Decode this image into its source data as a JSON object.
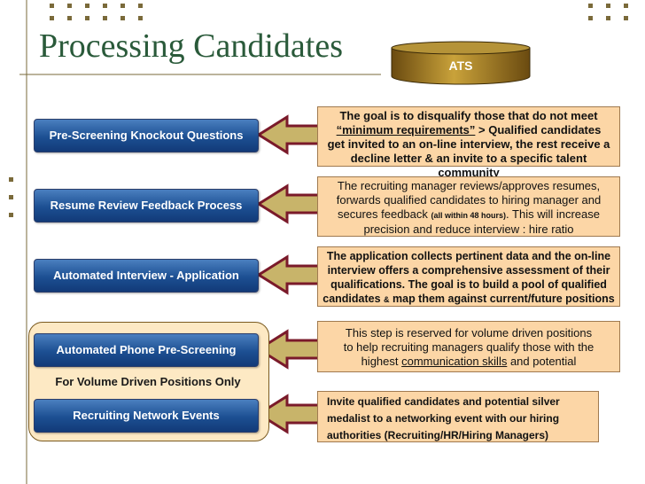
{
  "title": "Processing Candidates",
  "ats_label": "ATS",
  "colors": {
    "title": "#2a5a3a",
    "button_blue": "#1c4f92",
    "box_fill": "#fcd6a6",
    "group_fill": "#fde9c4",
    "arrow_fill": "#c8b46a",
    "arrow_stroke": "#7a1a2a",
    "ats_gold": "#8a6a1a"
  },
  "group_label": "For Volume Driven Positions Only",
  "left_buttons": [
    {
      "label": "Pre-Screening Knockout Questions"
    },
    {
      "label": "Resume Review Feedback Process"
    },
    {
      "label": "Automated Interview - Application"
    },
    {
      "label": "Automated Phone Pre-Screening"
    },
    {
      "label": "Recruiting Network Events"
    }
  ],
  "boxes": {
    "b1": {
      "l1": "The goal is to disqualify those that do not meet",
      "l2a": "“minimum requirements”",
      "l2b": " > Qualified candidates",
      "l3": "get invited to an on-line interview, the rest receive a",
      "l4": "decline letter & an invite to a specific talent community"
    },
    "b2": {
      "l1": "The recruiting manager reviews/approves resumes,",
      "l2": "forwards qualified candidates to hiring manager and",
      "l3a": "secures feedback ",
      "l3b": "(all within 48 hours)",
      "l3c": ". This will increase",
      "l4": "precision and reduce interview : hire ratio"
    },
    "b3": {
      "l1": "The application collects pertinent data and the on-line",
      "l2": "interview offers a comprehensive assessment of their",
      "l3": "qualifications. The goal is to build a pool of qualified",
      "l4a": "candidates ",
      "l4b": "&",
      "l4c": " map them against current/future positions"
    },
    "b4": {
      "l1": "This step is reserved for volume driven positions",
      "l2": "to help recruiting managers qualify those with the",
      "l3a": "highest ",
      "l3b": "communication skills",
      "l3c": " and potential"
    },
    "b5": {
      "l1": "Invite qualified candidates and potential silver",
      "l2": "medalist to a networking event with our hiring",
      "l3": "authorities (Recruiting/HR/Hiring Managers)"
    }
  }
}
